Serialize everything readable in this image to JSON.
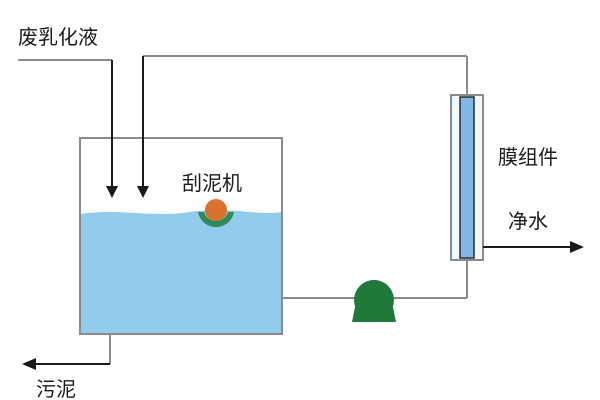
{
  "labels": {
    "waste_emulsion": "废乳化液",
    "scraper": "刮泥机",
    "membrane_module": "膜组件",
    "clean_water": "净水",
    "sludge": "污泥"
  },
  "colors": {
    "water": "#93cbed",
    "pipe": "#8a8a8a",
    "pump": "#1f7a3a",
    "scraper_ball": "#d9702b",
    "scraper_cup": "#2e8b57",
    "membrane": "#7fb7e6"
  },
  "icons": {
    "pump": "pump-icon",
    "scraper": "scraper-icon",
    "membrane": "membrane-module-icon",
    "arrow": "arrow-icon"
  }
}
